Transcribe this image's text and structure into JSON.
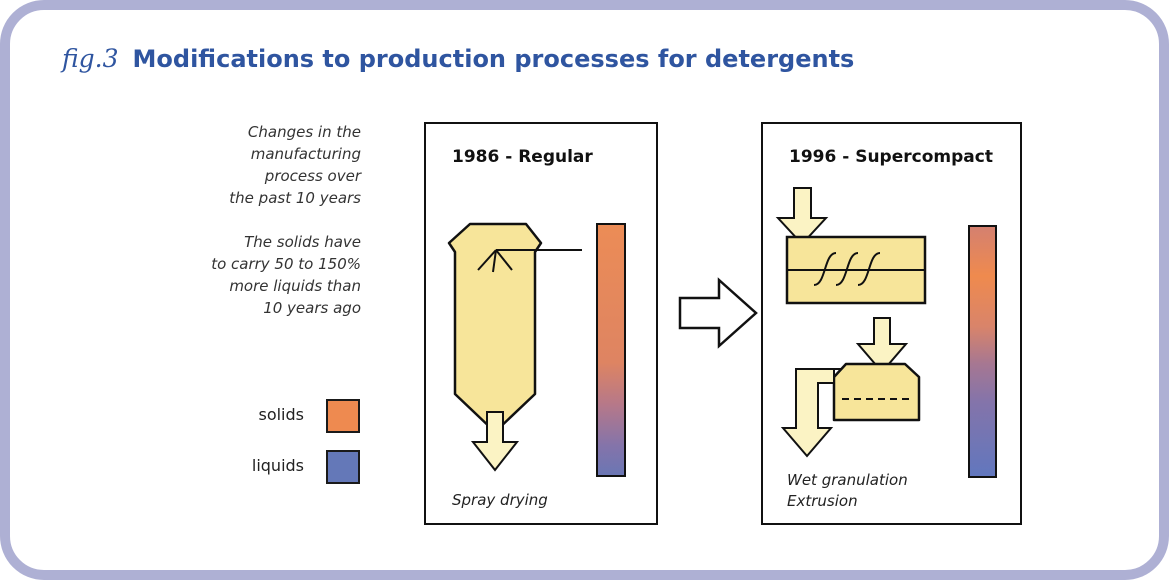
{
  "figure": {
    "fig_label": "fig.3",
    "title": "Modifications to production processes for detergents"
  },
  "notes": {
    "note1": "Changes in the\nmanufacturing\nprocess over\nthe past 10 years",
    "note2": "The solids have\nto carry 50 to 150%\nmore liquids than\n10 years ago"
  },
  "legend": {
    "solids_label": "solids",
    "liquids_label": "liquids",
    "solids_color": "#ee8a50",
    "liquids_color": "#6478b8"
  },
  "panels": {
    "regular": {
      "heading": "1986 - Regular",
      "caption": "Spray drying"
    },
    "supercompact": {
      "heading": "1996 - Supercompact",
      "caption_line1": "Wet granulation",
      "caption_line2": "Extrusion"
    }
  },
  "colors": {
    "frame": "#aeb0d4",
    "title": "#2f55a0",
    "equipment_fill": "#f7e59a",
    "arrow_fill": "#fbf3c4"
  },
  "icons": [
    "spray-dryer-icon",
    "granulator-icon",
    "extruder-icon",
    "process-arrow-icon",
    "down-arrow-icon"
  ]
}
